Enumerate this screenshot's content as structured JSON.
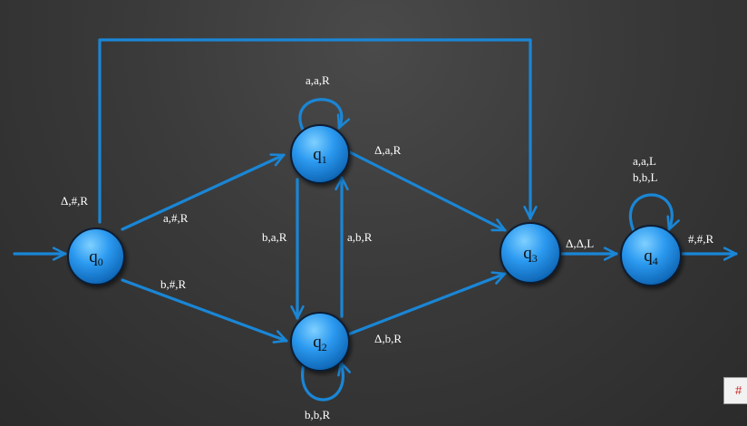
{
  "states": [
    {
      "id": "q0",
      "base": "q",
      "sub": "0"
    },
    {
      "id": "q1",
      "base": "q",
      "sub": "1"
    },
    {
      "id": "q2",
      "base": "q",
      "sub": "2"
    },
    {
      "id": "q3",
      "base": "q",
      "sub": "3"
    },
    {
      "id": "q4",
      "base": "q",
      "sub": "4"
    }
  ],
  "transitions": [
    {
      "from": "q0",
      "to": "q3",
      "label": "Δ,#,R"
    },
    {
      "from": "q0",
      "to": "q1",
      "label": "a,#,R"
    },
    {
      "from": "q0",
      "to": "q2",
      "label": "b,#,R"
    },
    {
      "from": "q1",
      "to": "q1",
      "label": "a,a,R"
    },
    {
      "from": "q1",
      "to": "q3",
      "label": "Δ,a,R"
    },
    {
      "from": "q1",
      "to": "q2",
      "label": "b,a,R"
    },
    {
      "from": "q2",
      "to": "q1",
      "label": "a,b,R"
    },
    {
      "from": "q2",
      "to": "q3",
      "label": "Δ,b,R"
    },
    {
      "from": "q2",
      "to": "q2",
      "label": "b,b,R"
    },
    {
      "from": "q3",
      "to": "q4",
      "label": "Δ,Δ,L"
    },
    {
      "from": "q4",
      "to": "q4",
      "label_lines": [
        "a,a,L",
        "b,b,L"
      ]
    },
    {
      "from": "q4",
      "to": "exit",
      "label": "#,#,R"
    }
  ],
  "corner_tag": "#",
  "colors": {
    "edge": "#1a86d6",
    "state_fill_light": "#5cc0ff",
    "state_fill_dark": "#0a63b5",
    "label_text": "#ffffff",
    "tag_text": "#d01b1b"
  }
}
